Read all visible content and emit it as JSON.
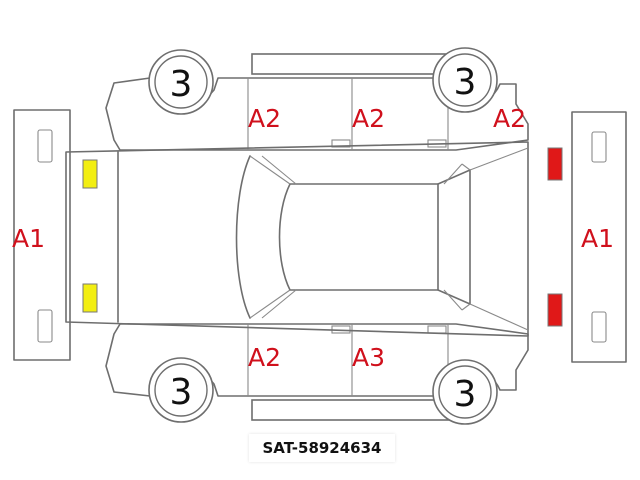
{
  "caption": "SAT-58924634",
  "wheels": {
    "front_top": "3",
    "rear_top": "3",
    "front_bottom": "3",
    "rear_bottom": "3"
  },
  "damage_codes": {
    "front_bumper": "A1",
    "rear_bumper": "A1",
    "front_door_top": "A2",
    "rear_door_top": "A2",
    "rear_fender_top": "A2",
    "front_door_bottom": "A2",
    "rear_door_bottom": "A3"
  },
  "lamp_colors": {
    "front": "#f2ee12",
    "rear": "#e01818"
  }
}
